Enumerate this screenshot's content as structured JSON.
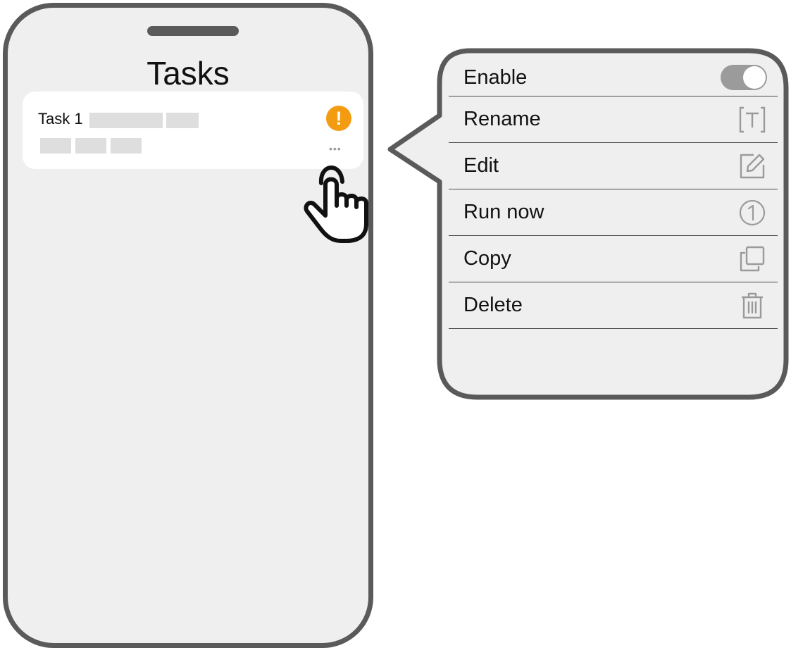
{
  "screen": {
    "title": "Tasks"
  },
  "task_card": {
    "name": "Task 1",
    "status_icon": "alert-icon",
    "more_icon": "more-horizontal-icon",
    "more_glyph": "•••",
    "alert_glyph": "!"
  },
  "menu": {
    "items": [
      {
        "label": "Enable",
        "icon": "toggle-switch",
        "state": "on"
      },
      {
        "label": "Rename",
        "icon": "rename-icon"
      },
      {
        "label": "Edit",
        "icon": "edit-icon"
      },
      {
        "label": "Run now",
        "icon": "run-once-icon"
      },
      {
        "label": "Copy",
        "icon": "copy-icon"
      },
      {
        "label": "Delete",
        "icon": "trash-icon"
      }
    ]
  },
  "colors": {
    "frame": "#5a5a5a",
    "screen_bg": "#efefef",
    "card_bg": "#ffffff",
    "placeholder": "#dedede",
    "alert": "#f39c12",
    "icon_gray": "#9a9a9a",
    "toggle_track": "#9b9b9b"
  }
}
